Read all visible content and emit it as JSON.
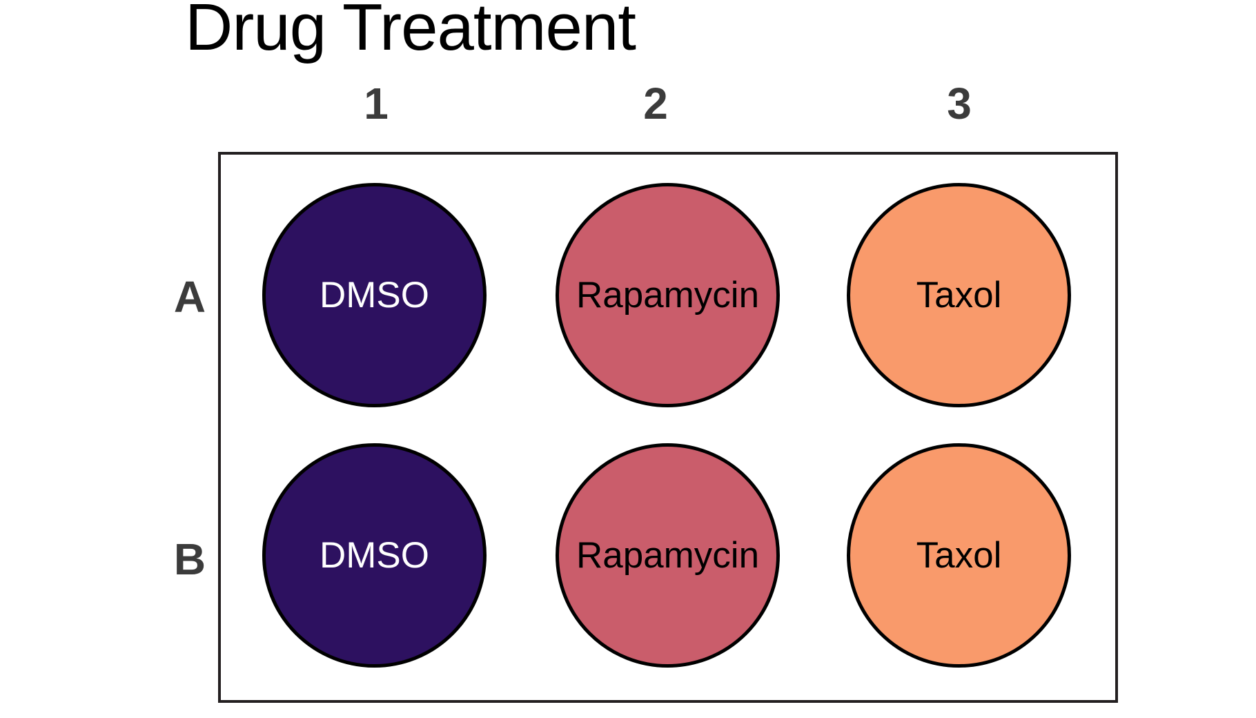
{
  "title": "Drug Treatment",
  "palette": {
    "title_color": "#000000",
    "header_color": "#3b3b3b",
    "plate_border_color": "#231f20",
    "well_border_color": "#000000",
    "background": "#ffffff",
    "dmso_fill": "#2d1160",
    "rapamycin_fill": "#ca5d6b",
    "taxol_fill": "#f99a6b",
    "dmso_text": "#ffffff",
    "rapamycin_text": "#000000",
    "taxol_text": "#000000"
  },
  "plate": {
    "column_headers": [
      "1",
      "2",
      "3"
    ],
    "row_headers": [
      "A",
      "B"
    ],
    "wells": [
      {
        "id": "A1",
        "row": "A",
        "column": "1",
        "label": "DMSO",
        "fill": "#2d1160",
        "text_color": "#ffffff"
      },
      {
        "id": "A2",
        "row": "A",
        "column": "2",
        "label": "Rapamycin",
        "fill": "#ca5d6b",
        "text_color": "#000000"
      },
      {
        "id": "A3",
        "row": "A",
        "column": "3",
        "label": "Taxol",
        "fill": "#f99a6b",
        "text_color": "#000000"
      },
      {
        "id": "B1",
        "row": "B",
        "column": "1",
        "label": "DMSO",
        "fill": "#2d1160",
        "text_color": "#ffffff"
      },
      {
        "id": "B2",
        "row": "B",
        "column": "2",
        "label": "Rapamycin",
        "fill": "#ca5d6b",
        "text_color": "#000000"
      },
      {
        "id": "B3",
        "row": "B",
        "column": "3",
        "label": "Taxol",
        "fill": "#f99a6b",
        "text_color": "#000000"
      }
    ]
  },
  "chart_data": {
    "type": "table",
    "title": "Drug Treatment",
    "xlabel": "",
    "ylabel": "",
    "columns": [
      "1",
      "2",
      "3"
    ],
    "rows": [
      "A",
      "B"
    ],
    "cells": [
      [
        "DMSO",
        "Rapamycin",
        "Taxol"
      ],
      [
        "DMSO",
        "Rapamycin",
        "Taxol"
      ]
    ],
    "categories": [
      "DMSO",
      "Rapamycin",
      "Taxol"
    ],
    "colors": [
      "#2d1160",
      "#ca5d6b",
      "#f99a6b"
    ],
    "legend": "none",
    "grid": false
  }
}
